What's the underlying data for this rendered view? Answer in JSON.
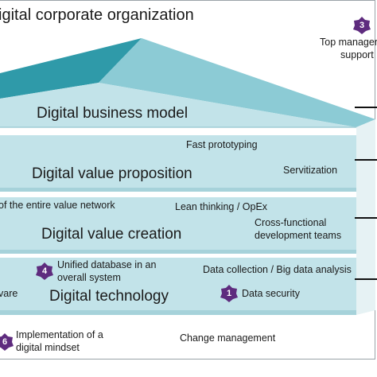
{
  "title": "igital corporate organization",
  "top_management": {
    "number": "3",
    "line1": "Top manager",
    "line2": "support"
  },
  "layers": {
    "business_model": {
      "label": "Digital business model"
    },
    "value_proposition": {
      "label": "Digital value proposition",
      "items": [
        "Fast prototyping",
        "Servitization"
      ]
    },
    "value_creation": {
      "label": "Digital value creation",
      "items": [
        "of the entire value network",
        "Lean thinking / OpEx",
        "Cross-functional",
        "development teams"
      ]
    },
    "technology": {
      "label": "Digital technology",
      "items": [
        "Unified database in an",
        "overall system",
        "Data collection / Big data analysis",
        "vare",
        "Data security"
      ],
      "badges": [
        "4",
        "1"
      ]
    }
  },
  "foundation": {
    "mindset_number": "6",
    "mindset_line1": "Implementation of a",
    "mindset_line2": "digital mindset",
    "change": "Change management"
  },
  "colors": {
    "roof_dark": "#2f9aa9",
    "roof_light": "#8ccbd5",
    "layer": "#c2e3e9",
    "layer_shadow": "#a6d2da",
    "badge": "#5e2b7e"
  }
}
